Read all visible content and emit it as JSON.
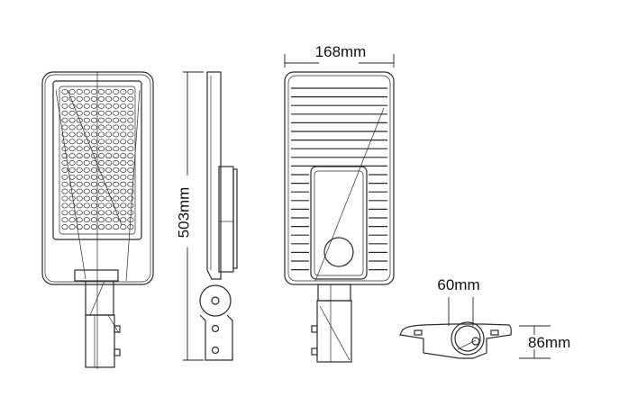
{
  "dimensions": {
    "height_label": "503mm",
    "width_label": "168mm",
    "pole_label": "60mm",
    "depth_label": "86mm"
  },
  "views": [
    "front-view",
    "side-view",
    "back-view",
    "bottom-view"
  ]
}
